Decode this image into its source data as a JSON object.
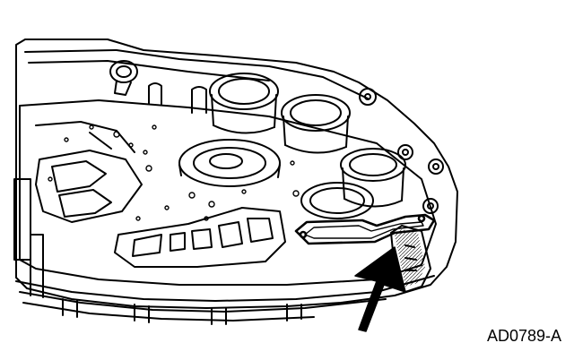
{
  "figure": {
    "id_label": "AD0789-A",
    "parts": [
      "transmission-case",
      "valve-body-plate",
      "gasket-plate",
      "indicator-arrow"
    ]
  }
}
